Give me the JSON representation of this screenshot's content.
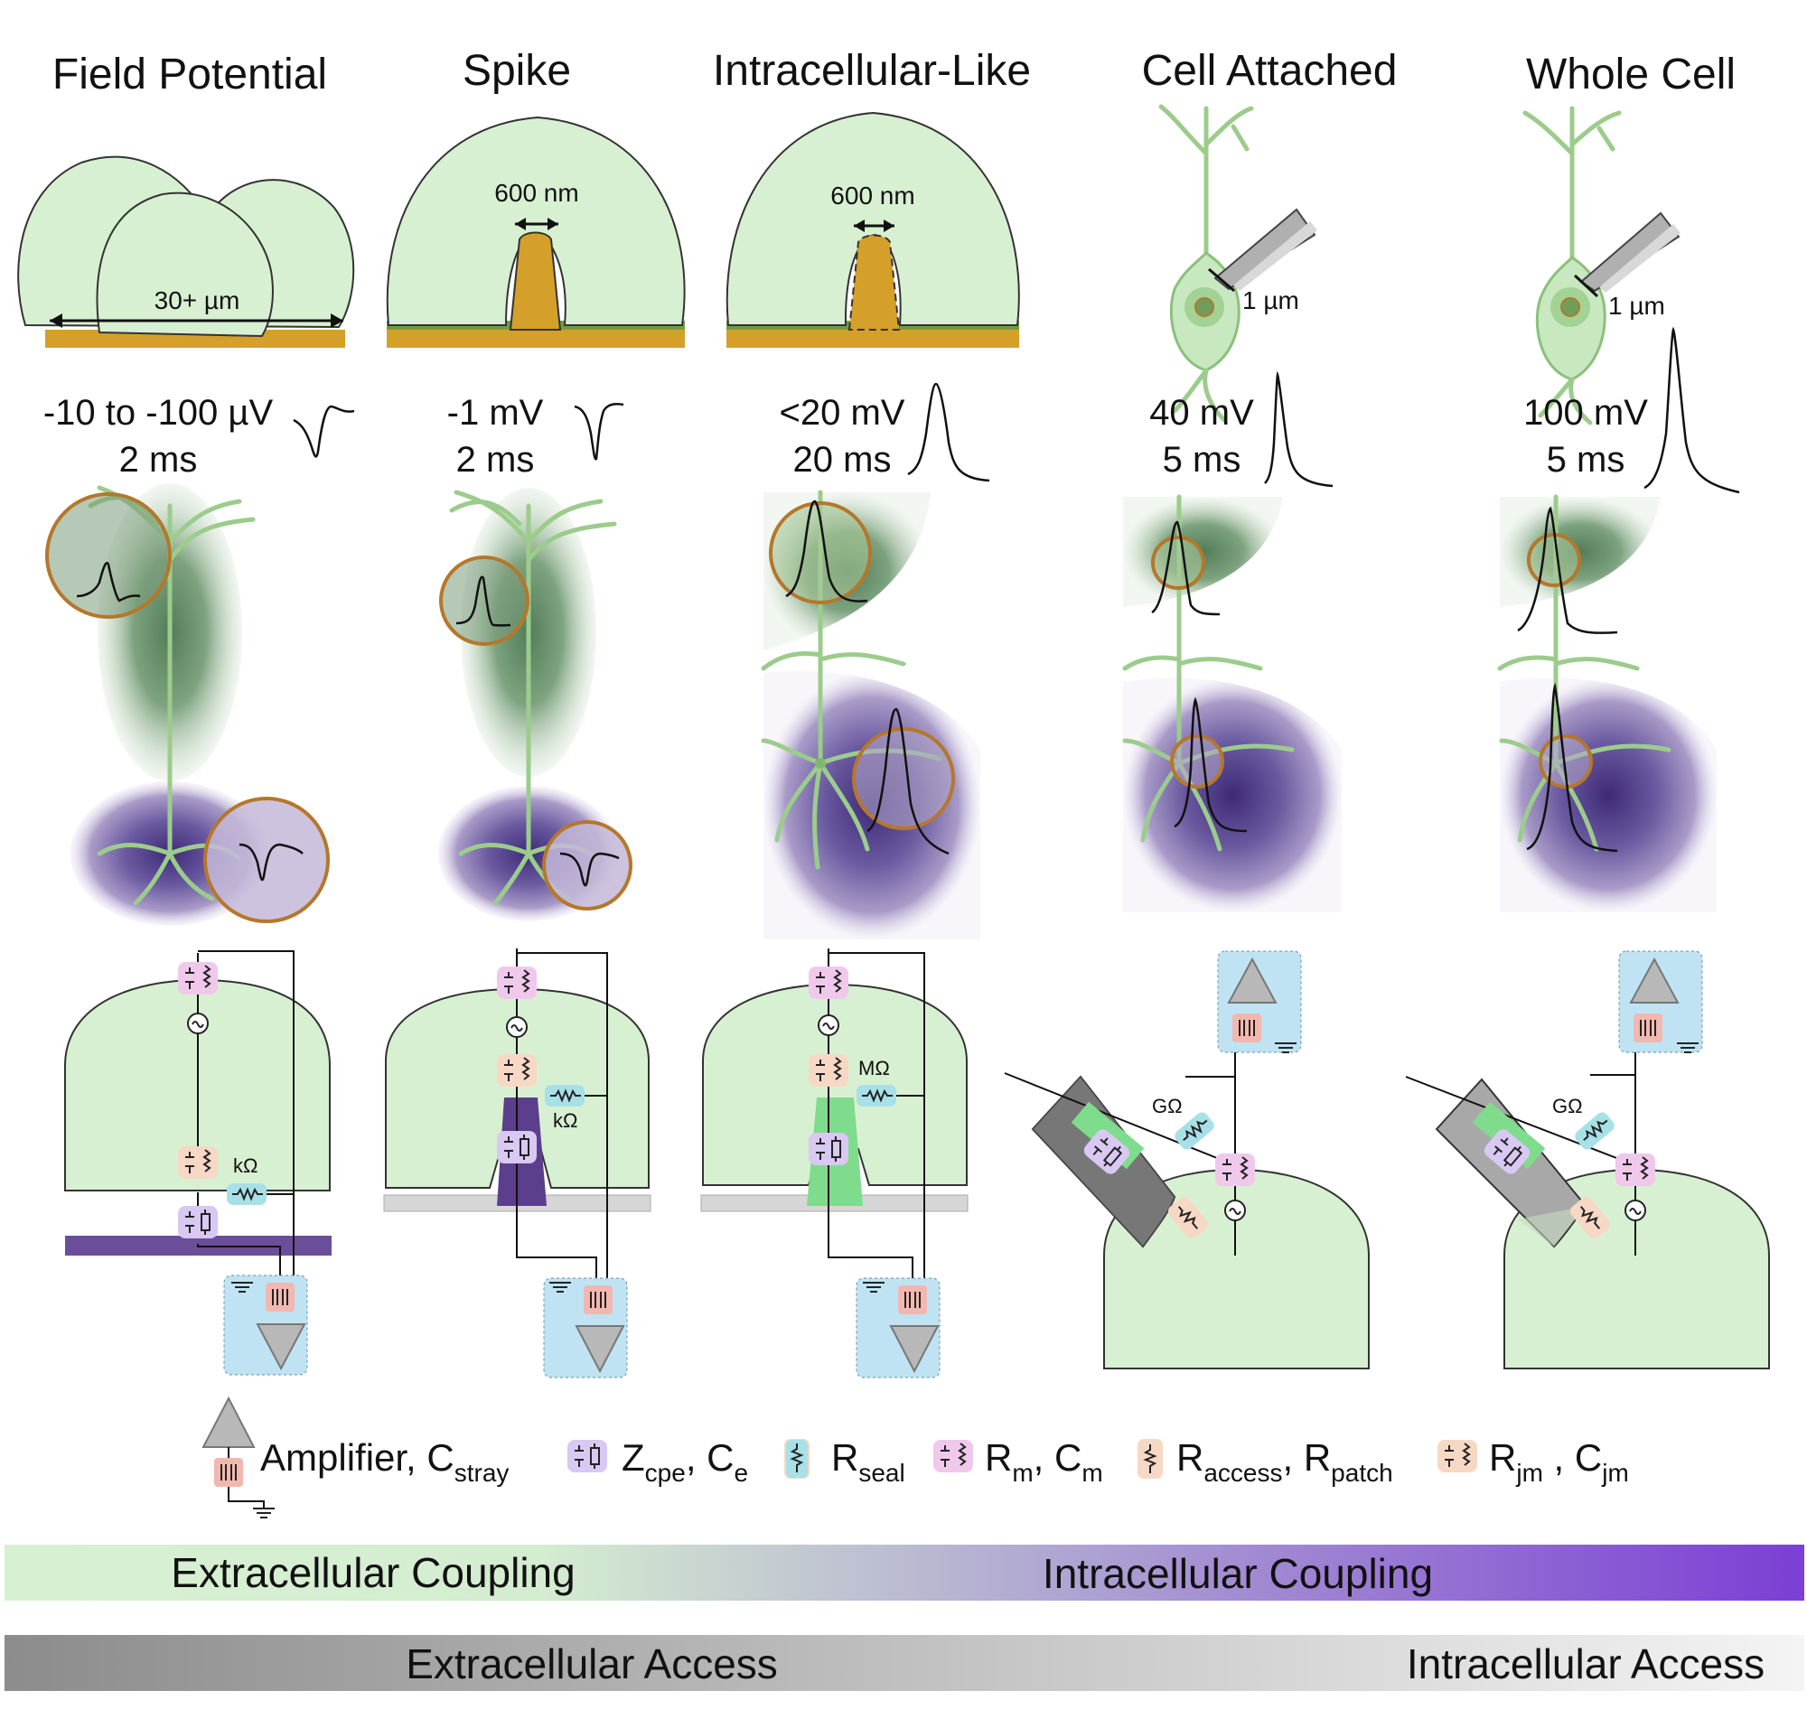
{
  "panels": [
    {
      "title": "Field Potential",
      "size_label": "30+ µm",
      "amp_line1": "-10 to -100 µV",
      "amp_line2": "2 ms",
      "resistance": "kΩ"
    },
    {
      "title": "Spike",
      "size_label": "600 nm",
      "amp_line1": "-1 mV",
      "amp_line2": "2 ms",
      "resistance": "kΩ"
    },
    {
      "title": "Intracellular-Like",
      "size_label": "600 nm",
      "amp_line1": "<20 mV",
      "amp_line2": "20 ms",
      "resistance": "MΩ"
    },
    {
      "title": "Cell Attached",
      "size_label": "1 µm",
      "amp_line1": "40 mV",
      "amp_line2": "5 ms",
      "resistance": "GΩ"
    },
    {
      "title": "Whole Cell",
      "size_label": "1 µm",
      "amp_line1": "100 mV",
      "amp_line2": "5 ms",
      "resistance": "GΩ"
    }
  ],
  "legend": {
    "amplifier": {
      "main": "Amplifier, C",
      "sub": "stray"
    },
    "zcpe": {
      "main1": "Z",
      "sub1": "cpe",
      "main2": ", C",
      "sub2": "e"
    },
    "rseal": {
      "main": "R",
      "sub": "seal"
    },
    "rm": {
      "main1": "R",
      "sub1": "m",
      "main2": ", C",
      "sub2": "m"
    },
    "raccess": {
      "main1": "R",
      "sub1": "access",
      "main2": ", R",
      "sub2": "patch"
    },
    "rjm": {
      "main1": "R",
      "sub1": "jm",
      "main2": " , C",
      "sub2": "jm"
    }
  },
  "coupling_bar": {
    "left": "Extracellular Coupling",
    "right": "Intracellular Coupling",
    "color_start": "#d8f0d2",
    "color_end": "#7b3fd4"
  },
  "access_bar": {
    "left": "Extracellular Access",
    "right": "Intracellular Access",
    "color_start": "#8c8c8c",
    "color_end": "#f2f2f2"
  },
  "colors": {
    "cell": "#d8f0d2",
    "electrode": "#d4a02a",
    "substrate": "#6e9e3c",
    "probe_ring": "#b5772a",
    "purple": "#6a4e9a",
    "cm_badge": "#f0c8ec",
    "cpe_badge": "#d8c8f2",
    "seal_badge": "#a8e0e8",
    "rjm_badge": "#f6d8c4",
    "amp_box": "#bfe3f2",
    "cstray_badge": "#f2b8b0"
  }
}
